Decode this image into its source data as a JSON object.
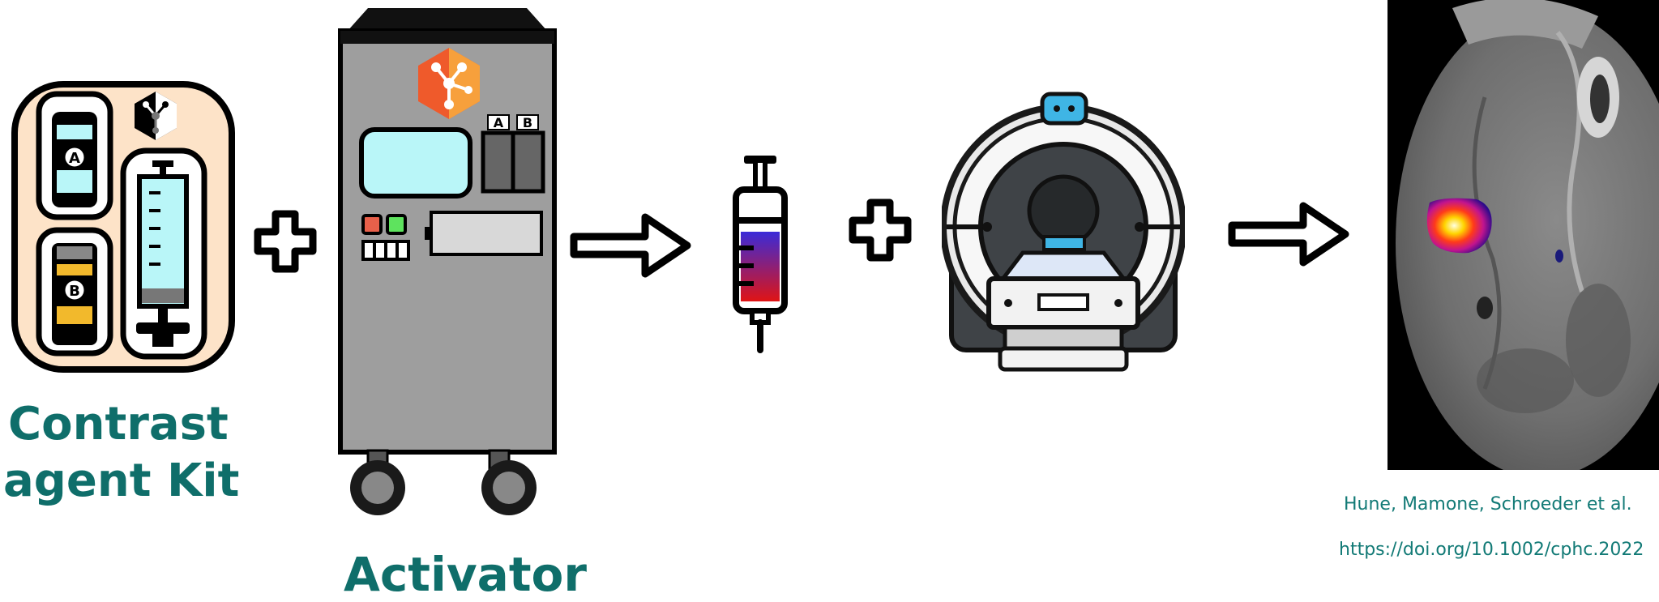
{
  "kit": {
    "label_line1": "Contrast",
    "label_line2": "agent Kit",
    "vial_a": "A",
    "vial_b": "B"
  },
  "activator": {
    "label": "Activator",
    "slot_a": "A",
    "slot_b": "B"
  },
  "citation": {
    "authors": "Hune, Mamone, Schroeder et al.",
    "doi": "https://doi.org/10.1002/cphc.2022"
  },
  "icons": [
    "kit-icon",
    "plus-icon",
    "activator-icon",
    "arrow-right-icon",
    "syringe-icon",
    "mri-scanner-icon",
    "mri-image"
  ],
  "colors": {
    "label_teal": "#0f6e6a",
    "kit_bg": "#fde3c8",
    "vial_cyan": "#b9f6f8",
    "vial_yellow": "#f2b92c",
    "machine_gray": "#9e9e9e",
    "logo_orange": "#ef5a2b"
  }
}
